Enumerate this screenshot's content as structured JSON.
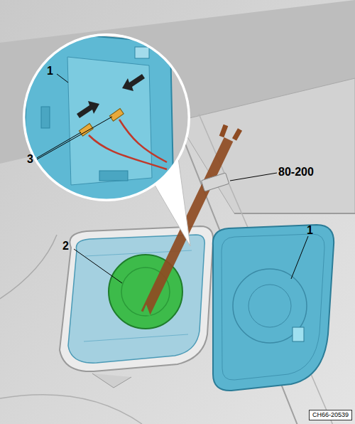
{
  "diagram": {
    "nodes": [
      {
        "text": [
          "CH66-20539"
        ]
      }
    ],
    "labels": [
      "1",
      "3",
      "80-200",
      "1",
      "2"
    ]
  }
}
